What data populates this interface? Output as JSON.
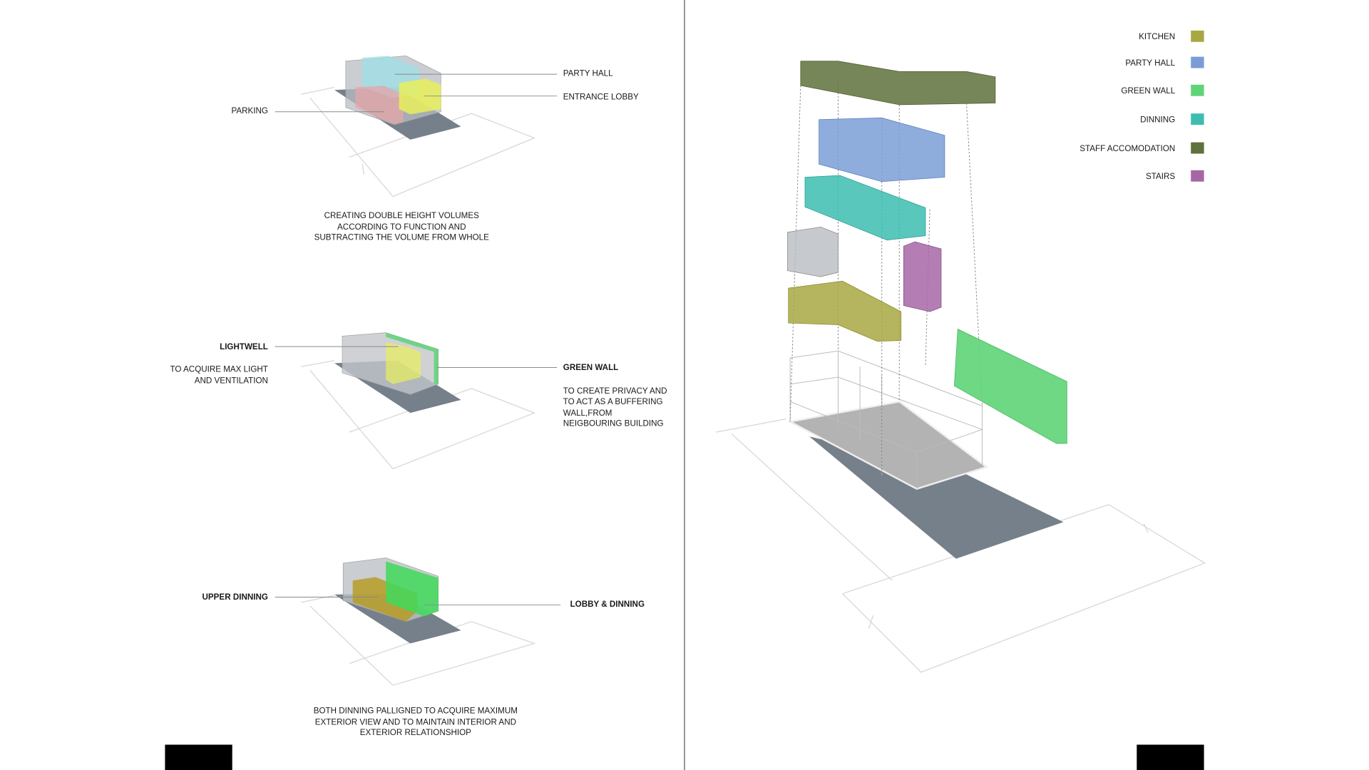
{
  "panel_left": {
    "diagram1": {
      "labels": {
        "party_hall": "PARTY HALL",
        "entrance_lobby": "ENTRANCE LOBBY",
        "parking": "PARKING"
      },
      "caption": [
        "CREATING DOUBLE HEIGHT VOLUMES",
        "ACCORDING TO FUNCTION AND",
        "SUBTRACTING THE VOLUME FROM WHOLE"
      ]
    },
    "diagram2": {
      "labels": {
        "lightwell": "LIGHTWELL",
        "green_wall": "GREEN WALL"
      },
      "lightwell_note": [
        "TO ACQUIRE MAX LIGHT",
        "AND VENTILATION"
      ],
      "green_wall_note": [
        "TO CREATE PRIVACY AND",
        "TO ACT AS A BUFFERING",
        "WALL,FROM",
        "NEIGBOURING BUILDING"
      ]
    },
    "diagram3": {
      "labels": {
        "upper_dinning": "UPPER DINNING",
        "lobby_dinning": "LOBBY & DINNING"
      },
      "caption": [
        "BOTH DINNING PALLIGNED TO ACQUIRE MAXIMUM",
        "EXTERIOR VIEW AND TO MAINTAIN INTERIOR AND",
        "EXTERIOR RELATIONSHIOP"
      ]
    }
  },
  "legend": [
    {
      "label": "KITCHEN",
      "color": "#a8a843"
    },
    {
      "label": "PARTY HALL",
      "color": "#7a9dd6"
    },
    {
      "label": "GREEN WALL",
      "color": "#5fd477"
    },
    {
      "label": "DINNING",
      "color": "#3dbdb0"
    },
    {
      "label": "STAFF ACCOMODATION",
      "color": "#5f713c"
    },
    {
      "label": "STAIRS",
      "color": "#a766a6"
    }
  ],
  "colors": {
    "ground": "#76808a",
    "slab": "#b3b3b3",
    "volume": "#b8bcc2",
    "parking": "#e6a5a8",
    "party_hall_cyan": "#9fe0e6",
    "lobby_yellow": "#e8ef5a"
  }
}
